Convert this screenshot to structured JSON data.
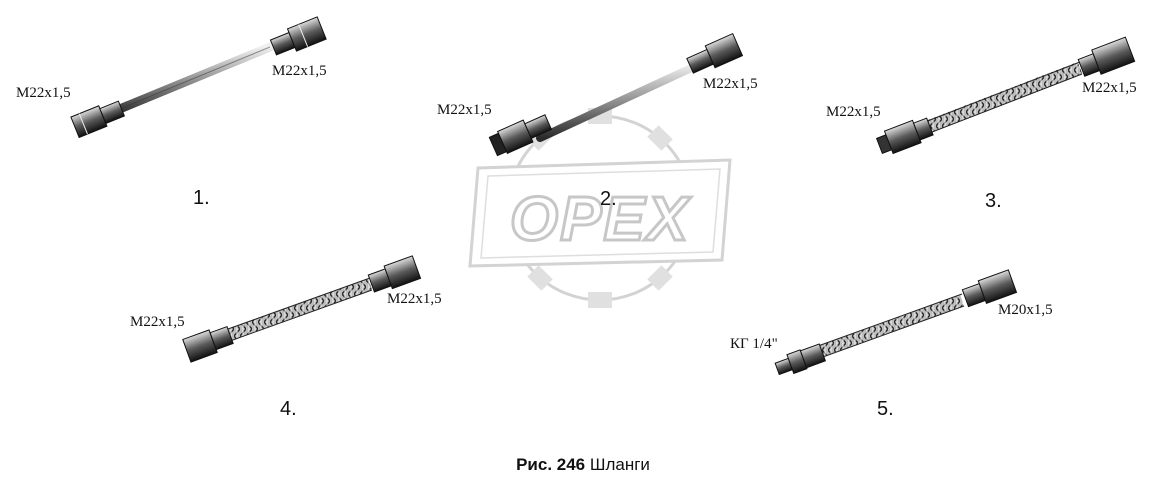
{
  "figure": {
    "caption_prefix": "Рис. 246",
    "caption_title": "Шланги"
  },
  "watermark": {
    "text": "OPEX",
    "color": "#b0b0b0"
  },
  "hoses": [
    {
      "number": "1.",
      "end_a": "M22x1,5",
      "end_b": "M22x1,5",
      "type": "rigid"
    },
    {
      "number": "2.",
      "end_a": "M22x1,5",
      "end_b": "M22x1,5",
      "type": "rigid"
    },
    {
      "number": "3.",
      "end_a": "M22x1,5",
      "end_b": "M22x1,5",
      "type": "braided"
    },
    {
      "number": "4.",
      "end_a": "M22x1,5",
      "end_b": "M22x1,5",
      "type": "braided"
    },
    {
      "number": "5.",
      "end_a": "КГ 1/4\"",
      "end_b": "M20x1,5",
      "type": "braided"
    }
  ],
  "colors": {
    "ink": "#111111",
    "metal_dark": "#2a2a2a",
    "metal_light": "#d9d9d9"
  }
}
